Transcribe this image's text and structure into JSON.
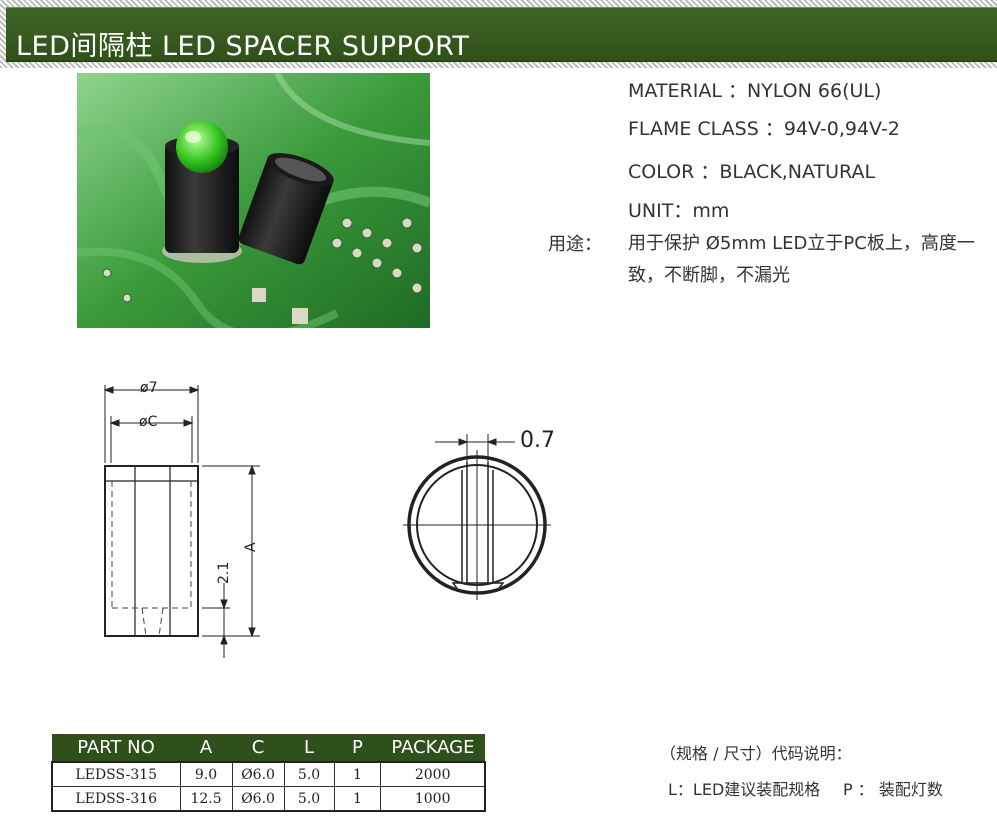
{
  "header": {
    "title": "LED间隔柱 LED SPACER SUPPORT"
  },
  "specs": {
    "material": "MATERIAL ：NYLON 66(UL)",
    "flame": "FLAME CLASS ：94V-0,94V-2",
    "color": "COLOR ：BLACK,NATURAL",
    "unit": "UNIT：mm"
  },
  "usage": {
    "label": "用途：",
    "text": "用于保护 Ø5mm LED立于PC板上，高度一致，不断脚，不漏光"
  },
  "drawing": {
    "dim_outer": "ø7",
    "dim_inner": "øC",
    "dim_a": "A",
    "dim_21": "2.1",
    "dim_07": "0.7"
  },
  "table": {
    "headers": [
      "PART NO",
      "A",
      "C",
      "L",
      "P",
      "PACKAGE"
    ],
    "rows": [
      [
        "LEDSS-315",
        "9.0",
        "Ø6.0",
        "5.0",
        "1",
        "2000"
      ],
      [
        "LEDSS-316",
        "12.5",
        "Ø6.0",
        "5.0",
        "1",
        "1000"
      ]
    ]
  },
  "legend": {
    "title": "（规格 / 尺寸）代码说明：",
    "l": "L：LED建议装配规格",
    "p": "P ： 装配灯数"
  },
  "colors": {
    "banner": "#2f5018",
    "table_header": "#2f4f1b",
    "pcb": "#3a9a3a"
  }
}
